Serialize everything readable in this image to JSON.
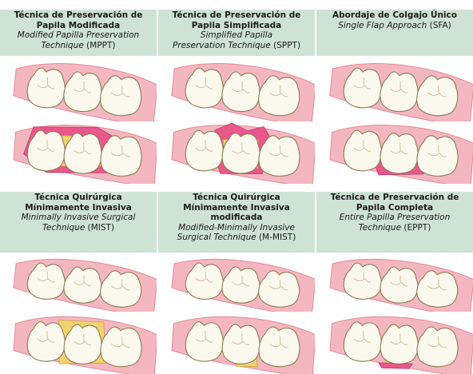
{
  "panels": [
    {
      "id": "mppt",
      "title_lines": [
        "Técnica de Preservación de",
        "Papila Modificada"
      ],
      "subtitle_lines": [
        {
          "en": "Modified Papilla Preservation",
          "abbr": ""
        },
        {
          "en": "Technique",
          "abbr": " (MPPT)"
        }
      ]
    },
    {
      "id": "sppt",
      "title_lines": [
        "Técnica de Preservación de",
        "Papila Simplificada"
      ],
      "subtitle_lines": [
        {
          "en": "Simplified Papilla",
          "abbr": ""
        },
        {
          "en": "Preservation Technique",
          "abbr": " (SPPT)"
        }
      ]
    },
    {
      "id": "sfa",
      "title_lines": [
        "Abordaje de Colgajo Único"
      ],
      "subtitle_lines": [
        {
          "en": "Single Flap Approach",
          "abbr": " (SFA)"
        }
      ]
    },
    {
      "id": "mist",
      "title_lines": [
        "Técnica Quirúrgica",
        "Mínimamente Invasiva"
      ],
      "subtitle_lines": [
        {
          "en": "Minimally Invasive Surgical",
          "abbr": ""
        },
        {
          "en": "Technique",
          "abbr": " (MIST)"
        }
      ]
    },
    {
      "id": "m-mist",
      "title_lines": [
        "Técnica Quirúrgica",
        "Mínimamente Invasiva",
        "modificada"
      ],
      "subtitle_lines": [
        {
          "en": "Modified-Minimally Invasive",
          "abbr": ""
        },
        {
          "en": "Surgical Technique",
          "abbr": " (M-MIST)"
        }
      ]
    },
    {
      "id": "eppt",
      "title_lines": [
        "Técnica de Preservación de",
        "Papila Completa"
      ],
      "subtitle_lines": [
        {
          "en": "Entire Papilla Preservation",
          "abbr": ""
        },
        {
          "en": "Technique",
          "abbr": " (EPPT)"
        }
      ]
    }
  ],
  "colors": {
    "header_bg": "#cfe3d5",
    "gum": "#f4b7bf",
    "gum_edge": "#e58a97",
    "gum_light": "#f8cdd3",
    "tooth": "#fbf8ee",
    "tooth_edge": "#8c7a55",
    "flap_pink": "#e9578b",
    "bone": "#f1d36e"
  }
}
